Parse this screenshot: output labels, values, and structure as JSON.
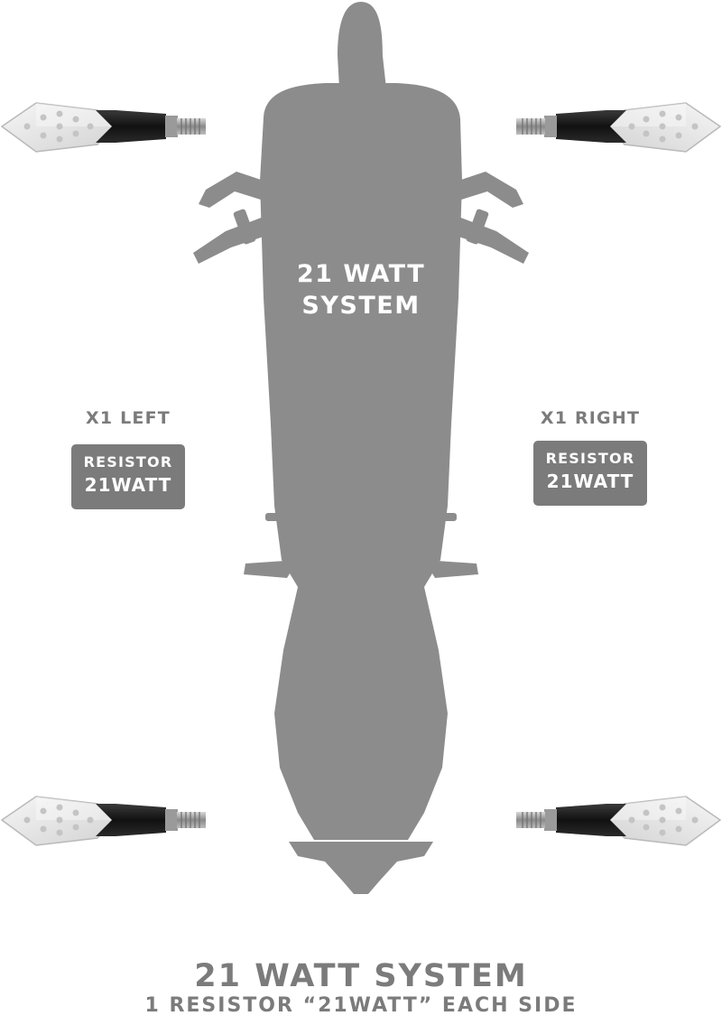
{
  "motorcycle": {
    "label_line1": "21 WATT",
    "label_line2": "SYSTEM"
  },
  "left": {
    "title": "X1 LEFT",
    "resistor_line1": "RESISTOR",
    "resistor_line2": "21WATT"
  },
  "right": {
    "title": "X1 RIGHT",
    "resistor_line1": "RESISTOR",
    "resistor_line2": "21WATT"
  },
  "caption": {
    "title": "21 WATT SYSTEM",
    "subtitle": "1 RESISTOR “21WATT” EACH SIDE"
  },
  "indicators": [
    {
      "position": "front-left"
    },
    {
      "position": "front-right"
    },
    {
      "position": "rear-left"
    },
    {
      "position": "rear-right"
    }
  ],
  "colors": {
    "silhouette": "#8c8c8c",
    "label_gray": "#7b7b7b",
    "lens": "#e9e9e9",
    "housing": "#1f1f1f"
  }
}
